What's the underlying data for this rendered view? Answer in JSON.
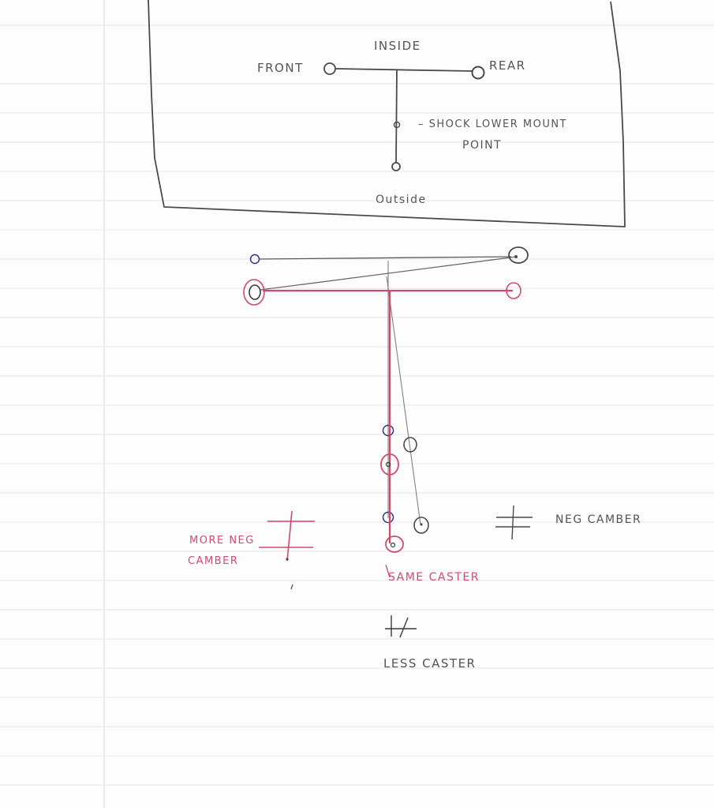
{
  "labels": {
    "inside": "INSIDE",
    "front": "FRONT",
    "rear": "REAR",
    "shock_line1": "– SHOCK LOWER MOUNT",
    "shock_line2": "POINT",
    "outside": "Outside",
    "more_neg_line1": "MORE NEG",
    "more_neg_line2": "CAMBER",
    "neg_camber": "NEG CAMBER",
    "same_caster": "SAME CASTER",
    "less_caster": "LESS CASTER"
  },
  "colors": {
    "pencil": "#4a4a4a",
    "light_pencil": "#8a8a8a",
    "blue": "#33338a",
    "red": "#d24a6a",
    "paper_rule": "#e6e6e6",
    "margin_rule": "#dcdcdc"
  }
}
